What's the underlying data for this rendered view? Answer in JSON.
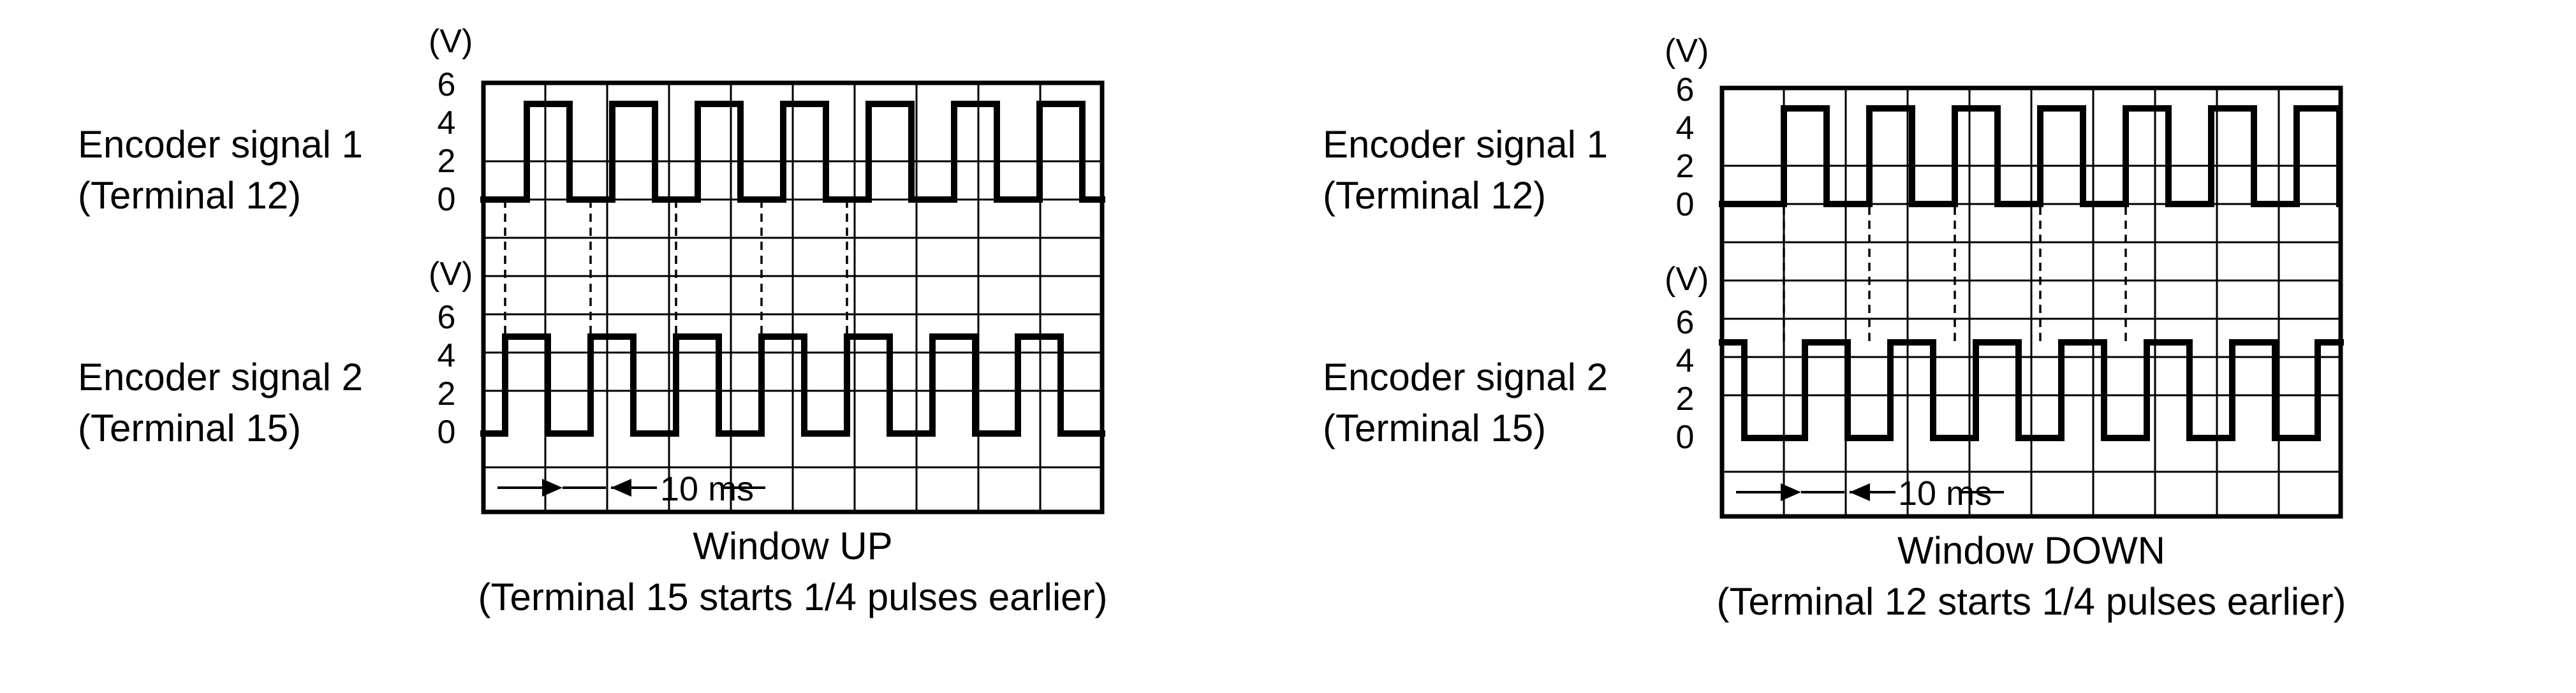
{
  "panels": [
    {
      "id": "up",
      "signal1_label": "Encoder signal 1",
      "signal1_terminal": "(Terminal 12)",
      "signal2_label": "Encoder signal 2",
      "signal2_terminal": "(Terminal 15)",
      "unit": "(V)",
      "ticks": [
        "6",
        "4",
        "2",
        "0"
      ],
      "time_label": "10 ms",
      "title": "Window UP",
      "subtitle": "(Terminal 15 starts 1/4 pulses earlier)",
      "phase_lead": "Terminal 15"
    },
    {
      "id": "down",
      "signal1_label": "Encoder signal 1",
      "signal1_terminal": "(Terminal 12)",
      "signal2_label": "Encoder signal 2",
      "signal2_terminal": "(Terminal 15)",
      "unit": "(V)",
      "ticks": [
        "6",
        "4",
        "2",
        "0"
      ],
      "time_label": "10 ms",
      "title": "Window DOWN",
      "subtitle": "(Terminal 12 starts 1/4 pulses earlier)",
      "phase_lead": "Terminal 12"
    }
  ],
  "signal_levels": {
    "high_volts": 5,
    "low_volts": 0
  }
}
